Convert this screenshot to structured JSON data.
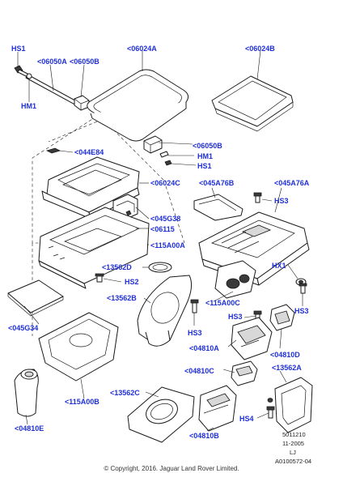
{
  "callouts": {
    "hs1_top": "HS1",
    "c06050a": "<06050A",
    "c06050b_top": "<06050B",
    "c06024a": "<06024A",
    "c06024b": "<06024B",
    "hm1_top": "HM1",
    "c06050b_mid": "<06050B",
    "hm1_mid": "HM1",
    "hs1_mid": "HS1",
    "c044e84": "<044E84",
    "c06024c": "<06024C",
    "c045a76b": "<045A76B",
    "c045a76a": "<045A76A",
    "hs3_a": "HS3",
    "c045g38": "<045G38",
    "c06115": "<06115",
    "c115a00a": "<115A00A",
    "hx1": "HX1",
    "c13562d": "<13562D",
    "hs2": "HS2",
    "c13562b": "<13562B",
    "c115a00c": "<115A00C",
    "hs3_b": "HS3",
    "c045g34": "<045G34",
    "hs3_c": "HS3",
    "hs3_d": "HS3",
    "c04810a": "<04810A",
    "c04810d": "<04810D",
    "c115a00b": "<115A00B",
    "c04810c": "<04810C",
    "c13562a": "<13562A",
    "c13562c": "<13562C",
    "hs4": "HS4",
    "c04810e": "<04810E",
    "c04810b": "<04810B"
  },
  "meta": {
    "ref_code": "5011210",
    "date": "11-2005",
    "initials": "LJ",
    "drawing_id": "A0100572-04"
  },
  "copyright": "© Copyright, 2016. Jaguar Land Rover Limited."
}
